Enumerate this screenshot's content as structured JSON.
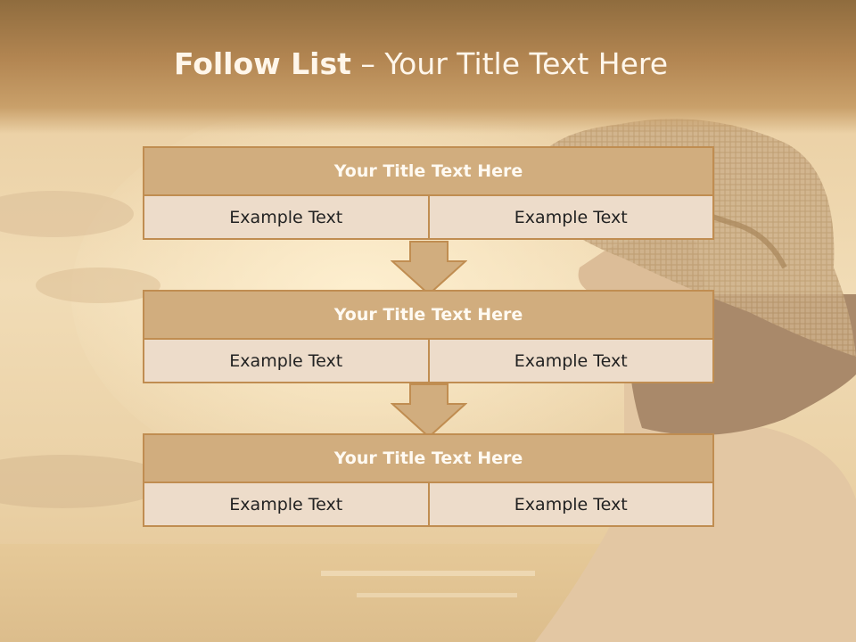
{
  "slide": {
    "title_bold": "Follow List",
    "title_rest": " – Your Title Text Here"
  },
  "blocks": [
    {
      "title": "Your Title Text Here",
      "left": "Example Text",
      "right": "Example Text"
    },
    {
      "title": "Your Title Text Here",
      "left": "Example Text",
      "right": "Example Text"
    },
    {
      "title": "Your Title Text Here",
      "left": "Example Text",
      "right": "Example Text"
    }
  ],
  "colors": {
    "accent": "#c08d51",
    "header_fill": "#d1ad7e",
    "cell_fill": "#eddcca",
    "title_text": "#fffaf2"
  },
  "icons": [
    "down-arrow-icon",
    "down-arrow-icon"
  ]
}
